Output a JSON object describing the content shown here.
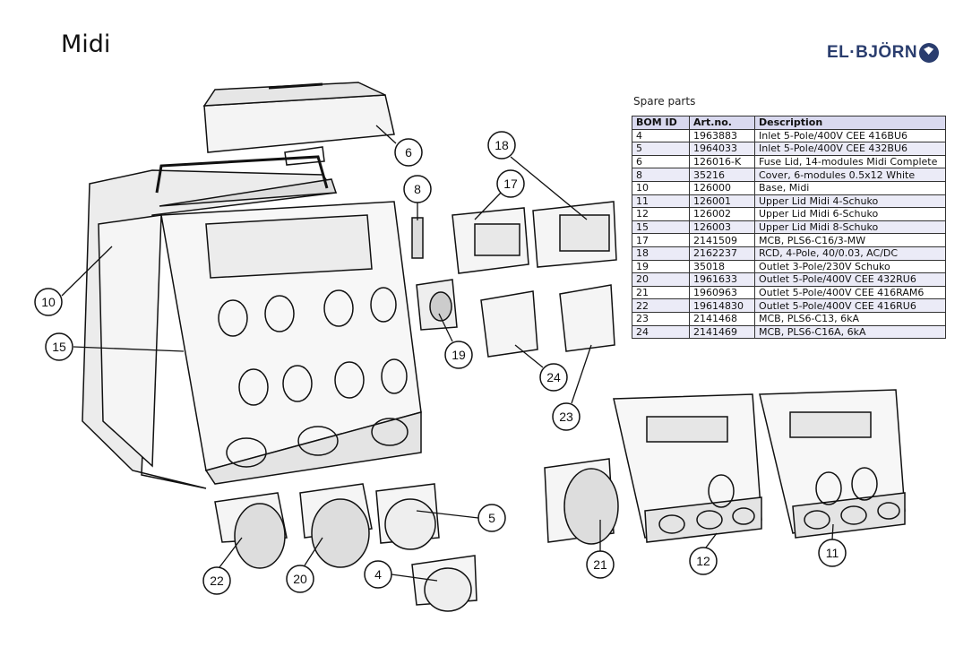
{
  "title": "Midi",
  "logo": {
    "text": "EL·BJÖRN"
  },
  "spare_parts": {
    "heading": "Spare parts",
    "columns": [
      "BOM ID",
      "Art.no.",
      "Description"
    ],
    "rows": [
      [
        "4",
        "1963883",
        "Inlet 5-Pole/400V CEE 416BU6"
      ],
      [
        "5",
        "1964033",
        "Inlet 5-Pole/400V CEE 432BU6"
      ],
      [
        "6",
        "126016-K",
        "Fuse Lid, 14-modules Midi Complete"
      ],
      [
        "8",
        "35216",
        "Cover, 6-modules 0.5x12 White"
      ],
      [
        "10",
        "126000",
        "Base, Midi"
      ],
      [
        "11",
        "126001",
        "Upper Lid Midi 4-Schuko"
      ],
      [
        "12",
        "126002",
        "Upper Lid Midi 6-Schuko"
      ],
      [
        "15",
        "126003",
        "Upper Lid Midi 8-Schuko"
      ],
      [
        "17",
        "2141509",
        "MCB, PLS6-C16/3-MW"
      ],
      [
        "18",
        "2162237",
        "RCD, 4-Pole, 40/0.03, AC/DC"
      ],
      [
        "19",
        "35018",
        "Outlet 3-Pole/230V Schuko"
      ],
      [
        "20",
        "1961633",
        "Outlet 5-Pole/400V CEE 432RU6"
      ],
      [
        "21",
        "1960963",
        "Outlet 5-Pole/400V CEE 416RAM6"
      ],
      [
        "22",
        "19614830",
        "Outlet 5-Pole/400V CEE 416RU6"
      ],
      [
        "23",
        "2141468",
        "MCB, PLS6-C13, 6kA"
      ],
      [
        "24",
        "2141469",
        "MCB, PLS6-C16A, 6kA"
      ]
    ]
  },
  "callouts": [
    "6",
    "8",
    "17",
    "18",
    "10",
    "15",
    "19",
    "24",
    "23",
    "5",
    "4",
    "22",
    "20",
    "21",
    "12",
    "11"
  ]
}
